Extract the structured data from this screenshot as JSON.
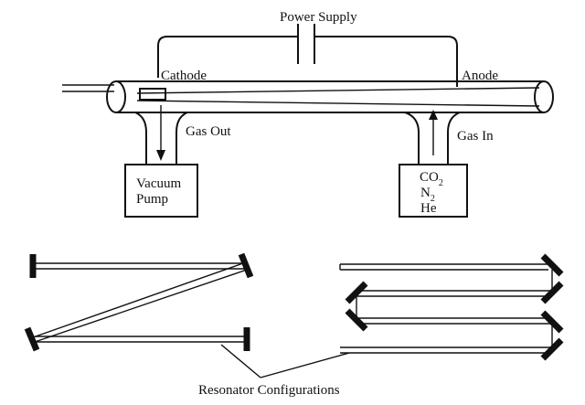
{
  "diagram": {
    "power_supply": "Power Supply",
    "cathode": "Cathode",
    "anode": "Anode",
    "gas_out": "Gas Out",
    "gas_in": "Gas In",
    "vacuum_pump_line1": "Vacuum",
    "vacuum_pump_line2": "Pump",
    "gas_co": "CO",
    "gas_co_sub": "2",
    "gas_n": "N",
    "gas_n_sub": "2",
    "gas_he": "He",
    "resonator_configurations": "Resonator Configurations"
  }
}
